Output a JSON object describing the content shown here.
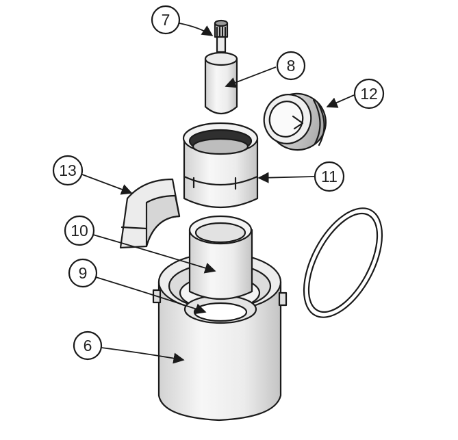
{
  "callouts": [
    {
      "id": "7",
      "label": "7"
    },
    {
      "id": "8",
      "label": "8"
    },
    {
      "id": "12",
      "label": "12"
    },
    {
      "id": "13",
      "label": "13"
    },
    {
      "id": "11",
      "label": "11"
    },
    {
      "id": "10",
      "label": "10"
    },
    {
      "id": "9",
      "label": "9"
    },
    {
      "id": "6",
      "label": "6"
    }
  ],
  "parts": [
    "screw",
    "tube",
    "cap",
    "elbow",
    "collar",
    "inner-tube",
    "ring",
    "housing",
    "gasket"
  ],
  "colors": {
    "line": "#1a1a1a",
    "fill": "#f1f1f1",
    "shade": "#cfcfcf",
    "dark": "#3a3a3a"
  }
}
